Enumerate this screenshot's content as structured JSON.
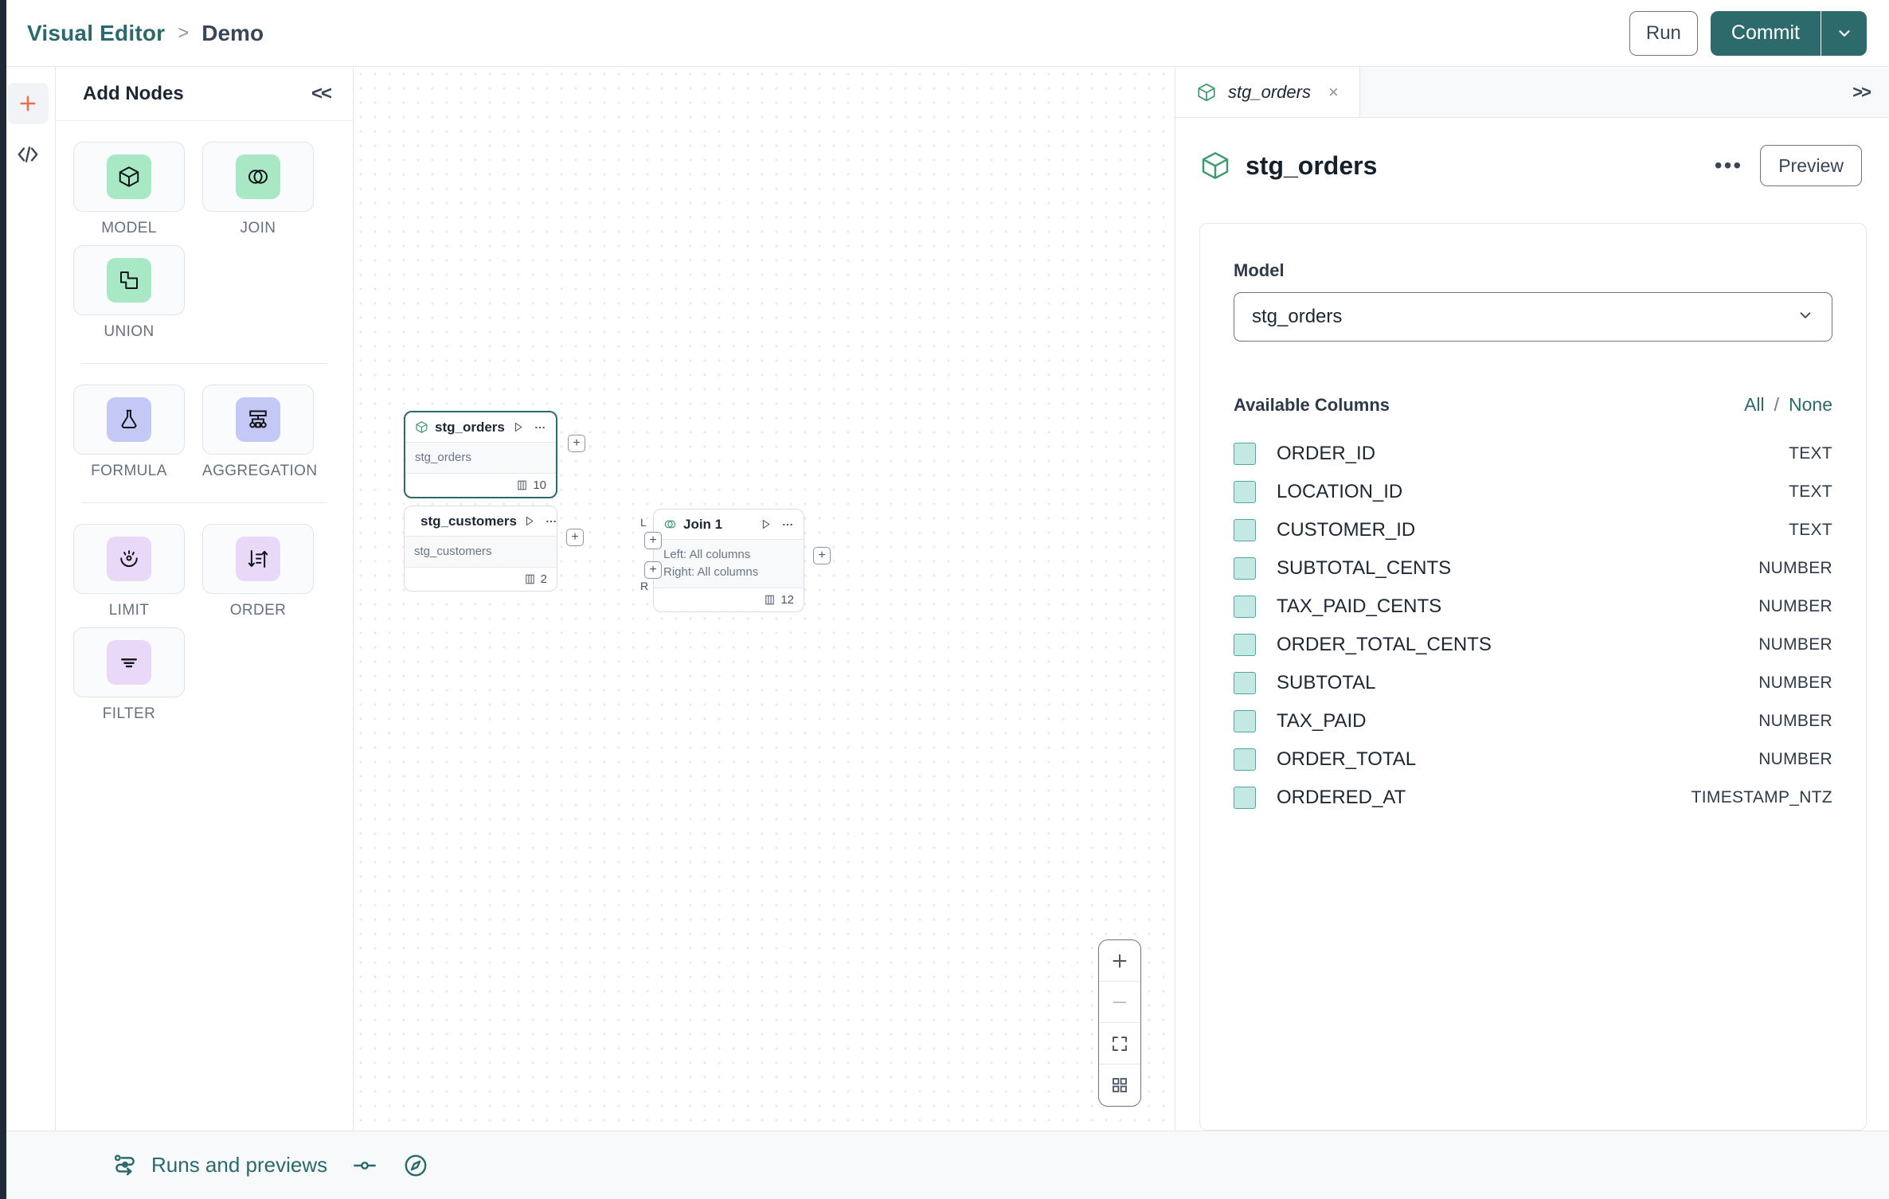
{
  "header": {
    "breadcrumb_root": "Visual Editor",
    "breadcrumb_sep": ">",
    "breadcrumb_leaf": "Demo",
    "run_label": "Run",
    "commit_label": "Commit"
  },
  "rail": {
    "add_icon": "plus-icon",
    "code_icon": "code-icon"
  },
  "nodes_panel": {
    "title": "Add Nodes",
    "collapse_label": "<<",
    "groups": [
      {
        "items": [
          {
            "label": "MODEL",
            "icon": "cube-icon",
            "tint": "#a8e8c4"
          },
          {
            "label": "JOIN",
            "icon": "venn-icon",
            "tint": "#a8e8c4"
          },
          {
            "label": "UNION",
            "icon": "union-icon",
            "tint": "#a8e8c4"
          }
        ]
      },
      {
        "items": [
          {
            "label": "FORMULA",
            "icon": "flask-icon",
            "tint": "#c3c8f5"
          },
          {
            "label": "AGGREGATION",
            "icon": "aggregation-icon",
            "tint": "#c3c8f5"
          }
        ]
      },
      {
        "items": [
          {
            "label": "LIMIT",
            "icon": "limit-icon",
            "tint": "#e9d8f7"
          },
          {
            "label": "ORDER",
            "icon": "order-icon",
            "tint": "#e9d8f7"
          },
          {
            "label": "FILTER",
            "icon": "filter-icon",
            "tint": "#e9d8f7"
          }
        ]
      }
    ]
  },
  "canvas": {
    "nodes": [
      {
        "id": "stg_orders",
        "title": "stg_orders",
        "icon": "cube-icon",
        "body_lines": [
          "stg_orders"
        ],
        "column_count": "10",
        "selected": true
      },
      {
        "id": "stg_customers",
        "title": "stg_customers",
        "icon": "cube-icon",
        "body_lines": [
          "stg_customers"
        ],
        "column_count": "2",
        "selected": false
      },
      {
        "id": "join_1",
        "title": "Join 1",
        "icon": "venn-icon",
        "body_lines": [
          "Left: All columns",
          "Right: All columns"
        ],
        "column_count": "12",
        "selected": false,
        "input_tags": [
          "L",
          "R"
        ]
      }
    ],
    "handle_label": "+",
    "zoom_controls": [
      {
        "name": "zoom-in",
        "glyph": "+"
      },
      {
        "name": "zoom-out",
        "glyph": "−"
      },
      {
        "name": "fit-view",
        "glyph": "fit"
      },
      {
        "name": "minimap-toggle",
        "glyph": "grid"
      }
    ]
  },
  "right_panel": {
    "tab_label": "stg_orders",
    "tab_close": "×",
    "expand_label": ">>",
    "title": "stg_orders",
    "more_label": "•••",
    "preview_label": "Preview",
    "model_field_label": "Model",
    "model_value": "stg_orders",
    "columns_header": "Available Columns",
    "select_all_label": "All",
    "select_separator": "/",
    "select_none_label": "None",
    "columns": [
      {
        "name": "ORDER_ID",
        "type": "TEXT",
        "checked": true
      },
      {
        "name": "LOCATION_ID",
        "type": "TEXT",
        "checked": true
      },
      {
        "name": "CUSTOMER_ID",
        "type": "TEXT",
        "checked": true
      },
      {
        "name": "SUBTOTAL_CENTS",
        "type": "NUMBER",
        "checked": true
      },
      {
        "name": "TAX_PAID_CENTS",
        "type": "NUMBER",
        "checked": true
      },
      {
        "name": "ORDER_TOTAL_CENTS",
        "type": "NUMBER",
        "checked": true
      },
      {
        "name": "SUBTOTAL",
        "type": "NUMBER",
        "checked": true
      },
      {
        "name": "TAX_PAID",
        "type": "NUMBER",
        "checked": true
      },
      {
        "name": "ORDER_TOTAL",
        "type": "NUMBER",
        "checked": true
      },
      {
        "name": "ORDERED_AT",
        "type": "TIMESTAMP_NTZ",
        "checked": true
      }
    ]
  },
  "bottom_bar": {
    "runs_label": "Runs and previews",
    "runs_icon": "pipeline-icon",
    "slider_icon": "slider-icon",
    "compass_icon": "compass-icon"
  },
  "colors": {
    "brand_teal": "#2d6a6c",
    "accent_orange": "#ef6c4d",
    "node_green": "#a8e8c4",
    "node_periwinkle": "#c3c8f5",
    "node_lavender": "#e9d8f7",
    "checkbox_fill": "#c4e9e5"
  }
}
